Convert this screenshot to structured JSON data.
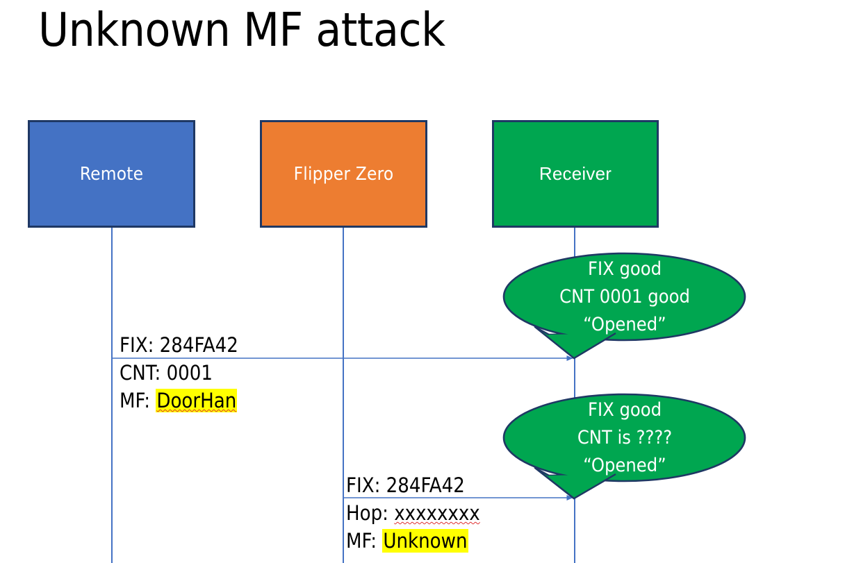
{
  "slide": {
    "title": "Unknown MF attack",
    "background_color": "#FFFFFF"
  },
  "colors": {
    "remote_fill": "#4472C4",
    "flipper_fill": "#ED7D31",
    "receiver_fill": "#00A650",
    "box_border": "#1F3864",
    "lifeline": "#4472C4",
    "arrow": "#4472C4",
    "highlight": "#FFFF00",
    "spellcheck_underline": "#E03030",
    "text_dark": "#000000",
    "text_light": "#FFFFFF"
  },
  "actors": [
    {
      "id": "remote",
      "label": "Remote",
      "fill": "#4472C4"
    },
    {
      "id": "flipper",
      "label": "Flipper Zero",
      "fill": "#ED7D31"
    },
    {
      "id": "receiver",
      "label": "Receiver",
      "fill": "#00A650"
    }
  ],
  "messages": [
    {
      "id": "msg-remote-to-receiver",
      "from": "remote",
      "to": "receiver",
      "lines": [
        {
          "prefix": "FIX: ",
          "value": "284FA42",
          "highlight": false,
          "spellcheck": false
        },
        {
          "prefix": "CNT: ",
          "value": "0001",
          "highlight": false,
          "spellcheck": false
        },
        {
          "prefix": "MF: ",
          "value": "DoorHan",
          "highlight": true,
          "spellcheck": true
        }
      ]
    },
    {
      "id": "msg-flipper-to-receiver",
      "from": "flipper",
      "to": "receiver",
      "lines": [
        {
          "prefix": "FIX: ",
          "value": "284FA42",
          "highlight": false,
          "spellcheck": false
        },
        {
          "prefix": "Hop: ",
          "value": "xxxxxxxx",
          "highlight": false,
          "spellcheck": true
        },
        {
          "prefix": "MF: ",
          "value": "Unknown",
          "highlight": true,
          "spellcheck": false
        }
      ]
    }
  ],
  "callouts": [
    {
      "id": "callout-first-signal",
      "lines": [
        "FIX good",
        "CNT 0001 good",
        "“Opened”"
      ],
      "fill": "#00A650"
    },
    {
      "id": "callout-second-signal",
      "lines": [
        "FIX good",
        "CNT is ????",
        "“Opened”"
      ],
      "fill": "#00A650"
    }
  ]
}
